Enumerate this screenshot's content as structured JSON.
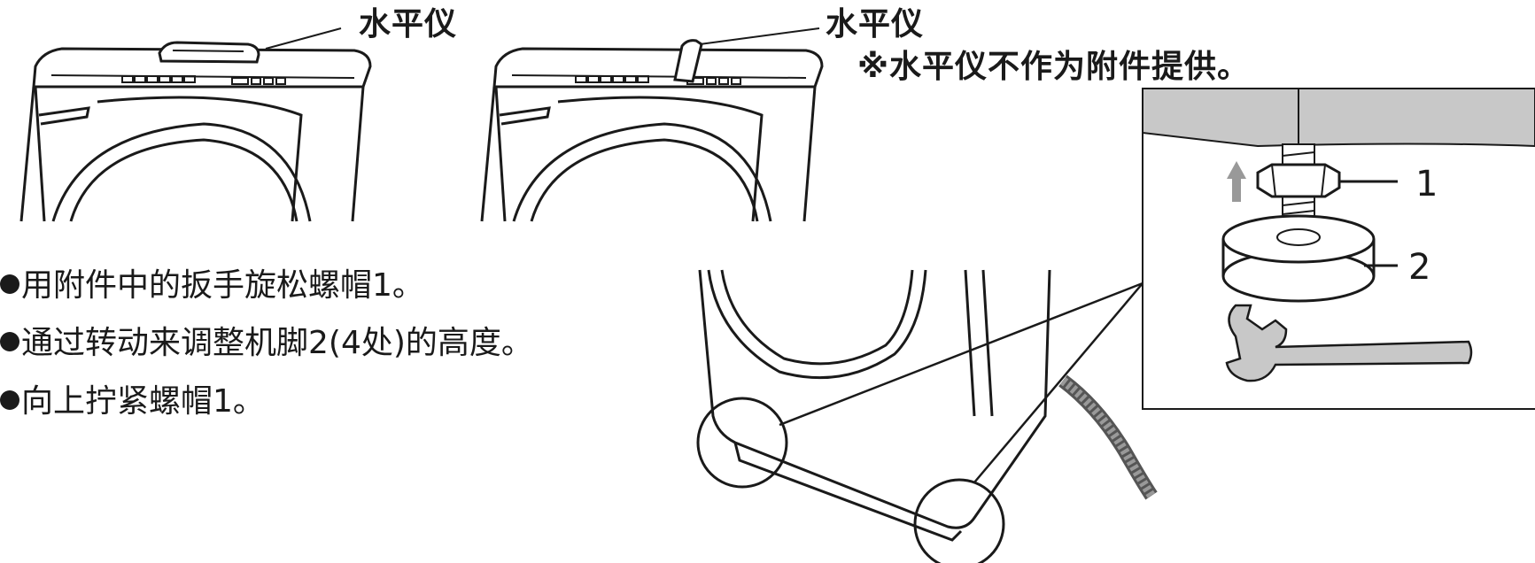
{
  "labels": {
    "level_left": "水平仪",
    "level_right": "水平仪",
    "note": "※水平仪不作为附件提供。"
  },
  "steps": [
    "用附件中的扳手旋松螺帽1。",
    "通过转动来调整机脚2(4处)的高度。",
    "向上拧紧螺帽1。"
  ],
  "callouts": {
    "nut": "1",
    "foot": "2"
  },
  "colors": {
    "line": "#1a1a1a",
    "fill_gray": "#c8c8c8",
    "white": "#ffffff"
  },
  "icons": [
    "arrow-up-icon",
    "wrench-icon"
  ]
}
